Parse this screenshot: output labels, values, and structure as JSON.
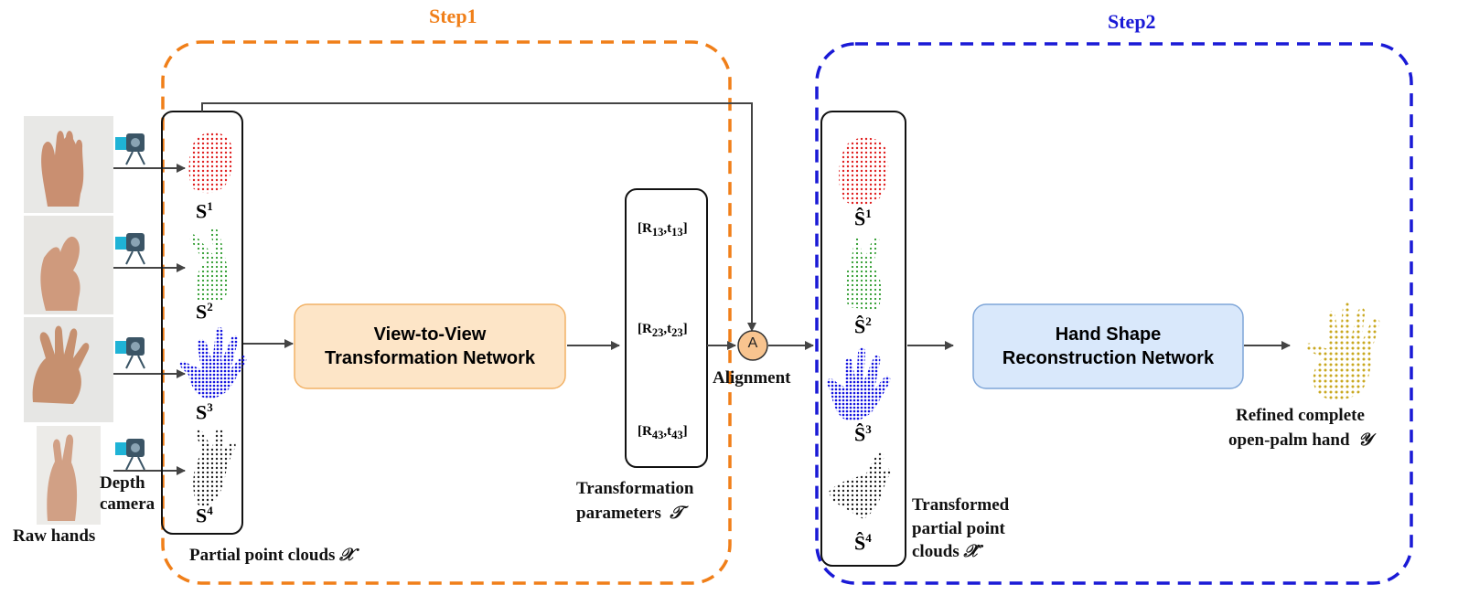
{
  "step1": {
    "title": "Step1",
    "color": "#f07f19"
  },
  "step2": {
    "title": "Step2",
    "color": "#1a1ad6"
  },
  "inputs": {
    "raw_hands_label": "Raw hands",
    "depth_camera_label_1": "Depth",
    "depth_camera_label_2": "camera",
    "camera_icon": "depth-camera-icon",
    "hand_photo": "hand-photo"
  },
  "partial_clouds": {
    "label": "Partial point clouds",
    "symbol": "𝒳",
    "items": [
      {
        "base": "S",
        "sup": "1",
        "color": "#e02020"
      },
      {
        "base": "S",
        "sup": "2",
        "color": "#2a9a2a"
      },
      {
        "base": "S",
        "sup": "3",
        "color": "#1414e0"
      },
      {
        "base": "S",
        "sup": "4",
        "color": "#222222"
      }
    ]
  },
  "view_network": {
    "line1": "View-to-View",
    "line2": "Transformation Network",
    "fill": "#fde5c7",
    "border": "#f2b266"
  },
  "transform": {
    "params": [
      {
        "r": "R",
        "r_sub": "13",
        "t": "t",
        "t_sub": "13"
      },
      {
        "r": "R",
        "r_sub": "23",
        "t": "t",
        "t_sub": "23"
      },
      {
        "r": "R",
        "r_sub": "43",
        "t": "t",
        "t_sub": "43"
      }
    ],
    "label_line1": "Transformation",
    "label_line2": "parameters",
    "symbol": "𝒯"
  },
  "alignment": {
    "node_text": "A",
    "label": "Alignment",
    "fill": "#f8c48f"
  },
  "transformed_clouds": {
    "label_line1": "Transformed",
    "label_line2": "partial point",
    "label_line3": "clouds",
    "symbol": "𝒳̂",
    "items": [
      {
        "base": "Ŝ",
        "sup": "1"
      },
      {
        "base": "Ŝ",
        "sup": "2"
      },
      {
        "base": "Ŝ",
        "sup": "3"
      },
      {
        "base": "Ŝ",
        "sup": "4"
      }
    ]
  },
  "hand_network": {
    "line1": "Hand Shape",
    "line2": "Reconstruction Network",
    "fill": "#d9e8fb",
    "border": "#7fa6d8"
  },
  "output": {
    "label_line1": "Refined complete",
    "label_line2": "open-palm hand",
    "symbol": "𝒴",
    "color": "#c9a820"
  }
}
